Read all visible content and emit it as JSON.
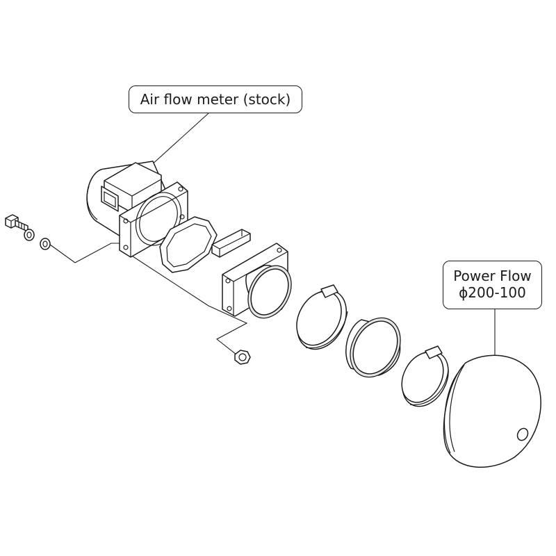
{
  "labels": {
    "air_flow_meter": "Air flow meter (stock)",
    "power_flow_line1": "Power Flow",
    "power_flow_line2": "ϕ200-100"
  }
}
